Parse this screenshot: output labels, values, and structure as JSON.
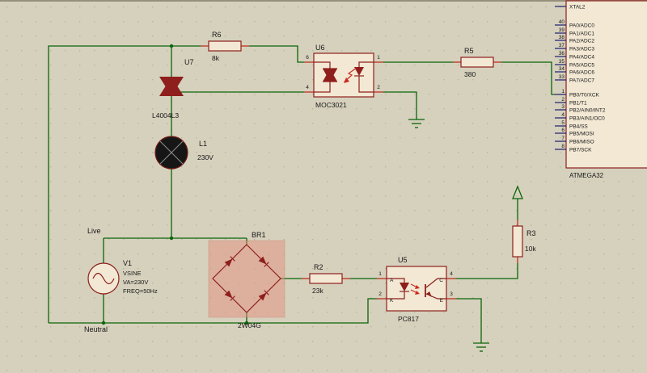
{
  "colors": {
    "background": "#d6d1bd",
    "grid_dot": "#bab49e",
    "sheet_edge": "#94907c",
    "wire": "#0a650a",
    "component_border": "#8e1f1c",
    "component_fill": "#f2e8d4",
    "pin_stub": "#c33a2b",
    "selection_fill": "#e58d7d",
    "led_red": "#cc2a1f",
    "lamp_fill": "#161616",
    "text": "#181818"
  },
  "labels": {
    "live": "Live",
    "neutral": "Neutral"
  },
  "components": {
    "r6": {
      "ref": "R6",
      "value": "8k"
    },
    "r5": {
      "ref": "R5",
      "value": "380"
    },
    "r2": {
      "ref": "R2",
      "value": "23k"
    },
    "r3": {
      "ref": "R3",
      "value": "10k"
    },
    "u7": {
      "ref": "U7",
      "value": "L4004L3"
    },
    "l1": {
      "ref": "L1",
      "value": "230V"
    },
    "u6": {
      "ref": "U6",
      "value": "MOC3021",
      "pin6": "6",
      "pin4": "4",
      "pin1": "1",
      "pin2": "2"
    },
    "u5": {
      "ref": "U5",
      "value": "PC817",
      "pin1": "1",
      "pin2": "2",
      "pin3": "3",
      "pin4": "4",
      "a": "A",
      "k": "K",
      "c": "C",
      "e": "E"
    },
    "v1": {
      "ref": "V1",
      "value": "VSINE",
      "line2": "VA=230V",
      "line3": "FREQ=50Hz"
    },
    "br1": {
      "ref": "BR1",
      "value": "2W04G"
    }
  },
  "mcu": {
    "name": "ATMEGA32",
    "xtal": "XTAL2",
    "pins_a": [
      {
        "num": "40",
        "name": "PA0/ADC0"
      },
      {
        "num": "39",
        "name": "PA1/ADC1"
      },
      {
        "num": "38",
        "name": "PA2/ADC2"
      },
      {
        "num": "37",
        "name": "PA3/ADC3"
      },
      {
        "num": "36",
        "name": "PA4/ADC4"
      },
      {
        "num": "35",
        "name": "PA5/ADC5"
      },
      {
        "num": "34",
        "name": "PA6/ADC6"
      },
      {
        "num": "33",
        "name": "PA7/ADC7"
      }
    ],
    "pins_b": [
      {
        "num": "1",
        "name": "PB0/T0/XCK"
      },
      {
        "num": "2",
        "name": "PB1/T1"
      },
      {
        "num": "3",
        "name": "PB2/AIN0/INT2"
      },
      {
        "num": "4",
        "name": "PB3/AIN1/OC0"
      },
      {
        "num": "5",
        "name": "PB4/SS"
      },
      {
        "num": "6",
        "name": "PB5/MOSI"
      },
      {
        "num": "7",
        "name": "PB6/MISO"
      },
      {
        "num": "8",
        "name": "PB7/SCK"
      }
    ]
  }
}
